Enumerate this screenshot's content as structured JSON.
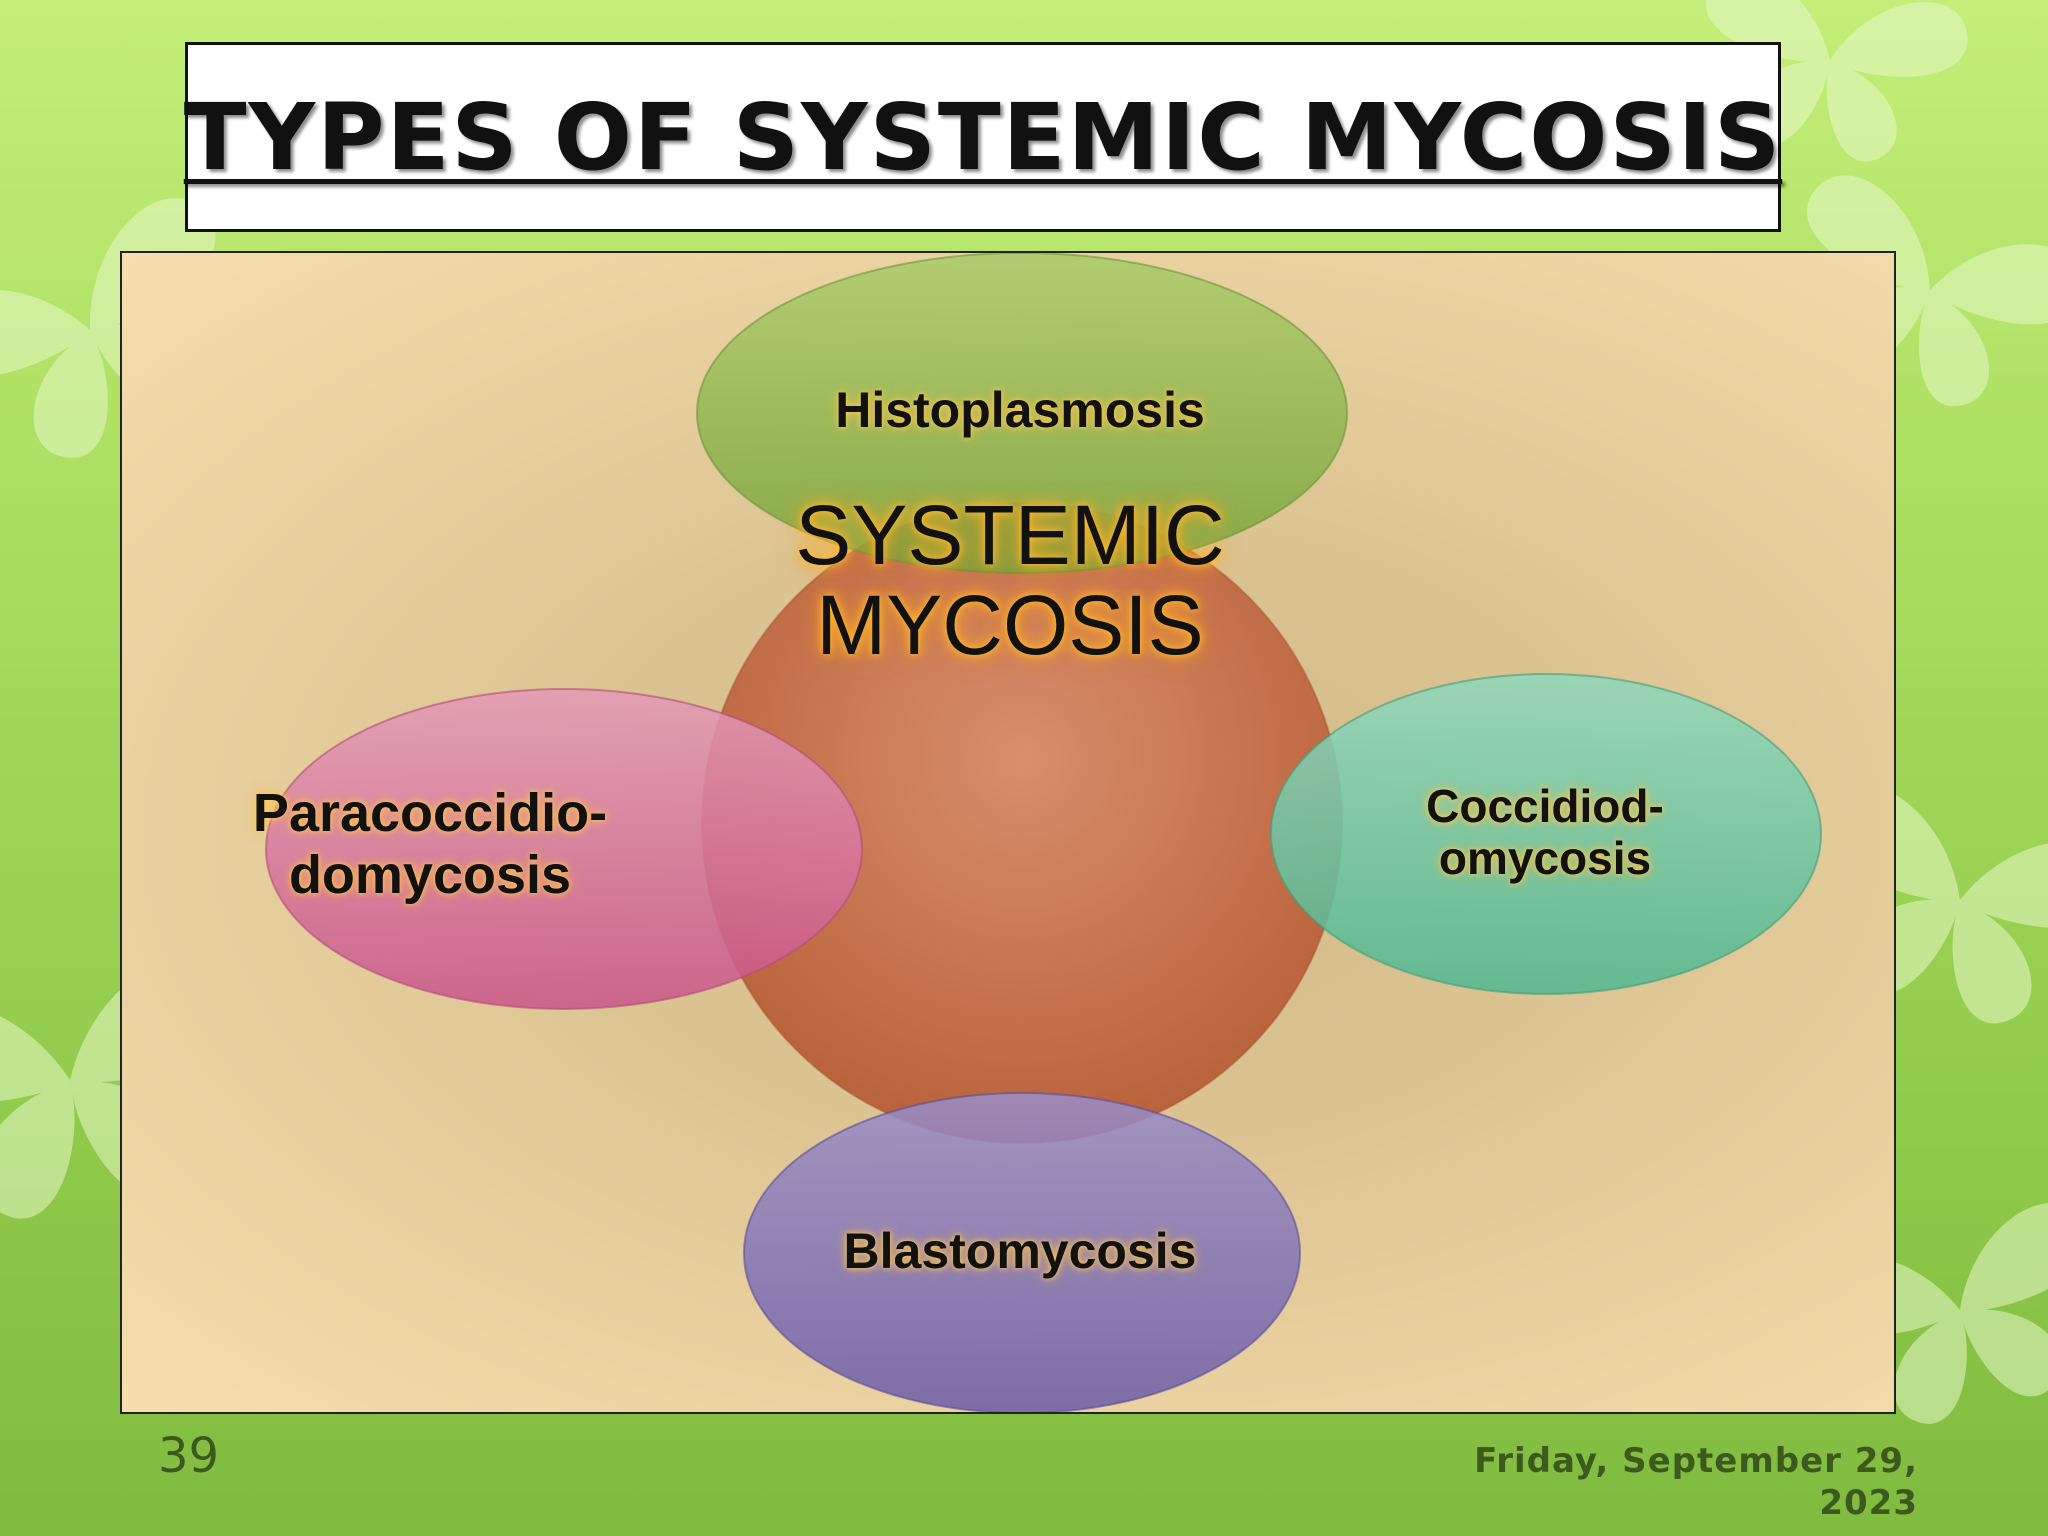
{
  "slide": {
    "title": "TYPES OF SYSTEMIC MYCOSIS",
    "page_number": "39",
    "date_line1": "Friday, September 29,",
    "date_line2": "2023"
  },
  "diagram": {
    "center": {
      "label_line1": "SYSTEMIC",
      "label_line2": "MYCOSIS",
      "color": "#c7603a"
    },
    "nodes": [
      {
        "position": "top",
        "label": "Histoplasmosis",
        "color": "#8fb54a"
      },
      {
        "position": "left",
        "label_line1": "Paracoccidio-",
        "label_line2": "domycosis",
        "color": "#d66a9a"
      },
      {
        "position": "right",
        "label_line1": "Coccidiod-",
        "label_line2": "omycosis",
        "color": "#5fc4a2"
      },
      {
        "position": "bottom",
        "label": "Blastomycosis",
        "color": "#7a6cb8"
      }
    ]
  },
  "background": {
    "theme_colors": [
      "#c4ee78",
      "#92cc4c",
      "#f6deae"
    ],
    "decoration": "butterfly-silhouettes"
  }
}
